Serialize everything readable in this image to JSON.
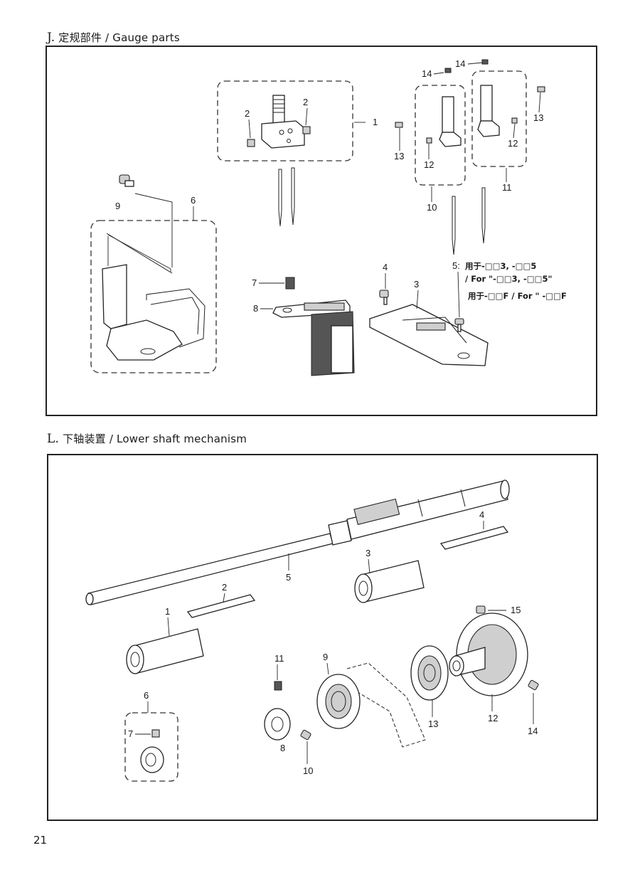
{
  "sections": {
    "j": {
      "letter": "J.",
      "title": "定规部件 / Gauge parts",
      "callouts": [
        "1",
        "2",
        "2",
        "3",
        "4",
        "5:",
        "6",
        "7",
        "8",
        "9",
        "10",
        "11",
        "12",
        "12",
        "13",
        "13",
        "14",
        "14"
      ],
      "note_line1": "用于-□□3, -□□5",
      "note_line2": "/ For \"-□□3, -□□5\"",
      "note_line3": "用于-□□F / For \" -□□F"
    },
    "l": {
      "letter": "L.",
      "title": "下轴装置 / Lower shaft mechanism",
      "callouts": [
        "1",
        "2",
        "3",
        "4",
        "5",
        "6",
        "7",
        "8",
        "9",
        "10",
        "11",
        "12",
        "13",
        "14",
        "15"
      ]
    }
  },
  "page_number": "21"
}
